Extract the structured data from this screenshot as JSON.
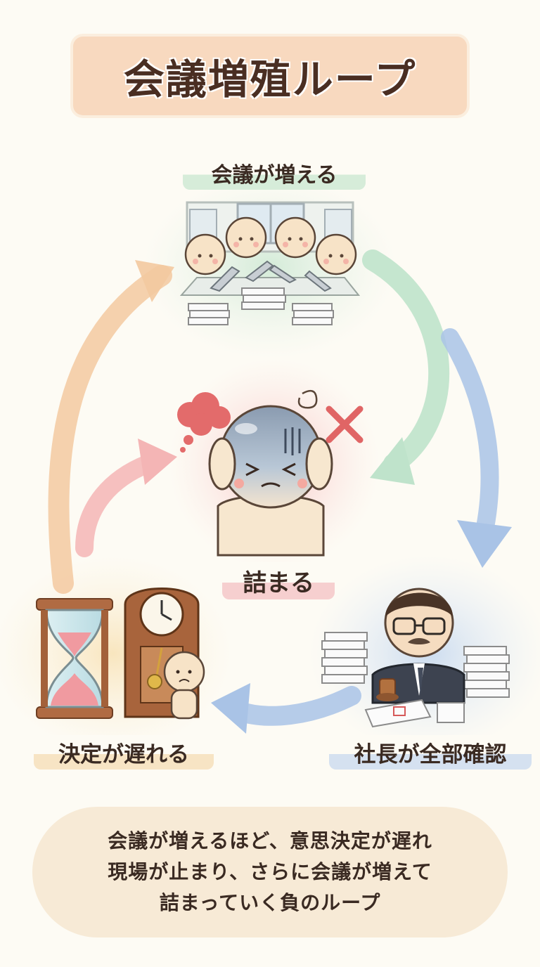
{
  "title": "会議増殖ループ",
  "nodes": {
    "top": "会議が増える",
    "center": "詰まる",
    "bottom_left": "決定が遅れる",
    "bottom_right": "社長が全部確認"
  },
  "caption": {
    "lines": [
      "会議が増えるほど、意思決定が遅れ",
      "現場が止まり、さらに会議が増えて",
      "詰まっていく負のループ"
    ]
  },
  "colors": {
    "title_bg": "#f8d9bf",
    "arrow_orange": "#f3c9a0",
    "arrow_green": "#bfe3cb",
    "arrow_blue": "#a9c3e6",
    "arrow_pink": "#f4b5b5",
    "cross_red": "#e06565"
  },
  "icons": [
    "meeting-room-icon",
    "stressed-person-icon",
    "hourglass-icon",
    "grandfather-clock-icon",
    "ceo-with-stamp-icon",
    "paper-stack-icon"
  ]
}
